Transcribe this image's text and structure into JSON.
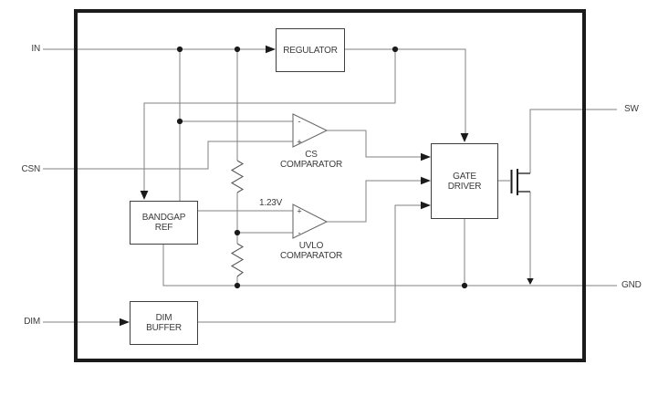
{
  "pins": {
    "in": {
      "label": "IN"
    },
    "csn": {
      "label": "CSN"
    },
    "dim": {
      "label": "DIM"
    },
    "sw": {
      "label": "SW"
    },
    "gnd": {
      "label": "GND"
    }
  },
  "blocks": {
    "regulator": {
      "line1": "REGULATOR"
    },
    "bandgap_ref": {
      "line1": "BANDGAP",
      "line2": "REF"
    },
    "dim_buffer": {
      "line1": "DIM",
      "line2": "BUFFER"
    },
    "gate_driver": {
      "line1": "GATE",
      "line2": "DRIVER"
    }
  },
  "comparators": {
    "cs": {
      "line1": "CS",
      "line2": "COMPARATOR",
      "input_top": "-",
      "input_bottom": "+"
    },
    "uvlo": {
      "line1": "UVLO",
      "line2": "COMPARATOR",
      "input_top": "+",
      "input_bottom": "-"
    }
  },
  "annotations": {
    "bandgap_voltage": "1.23V"
  },
  "colors": {
    "background": "#ffffff",
    "wire": "#828282",
    "chip_border": "#1b1b1b",
    "block_outline": "#3f3f3f",
    "component_stroke": "#5a5a5a",
    "junction_ink": "#1b1b1b",
    "text": "#3b3b3b"
  }
}
